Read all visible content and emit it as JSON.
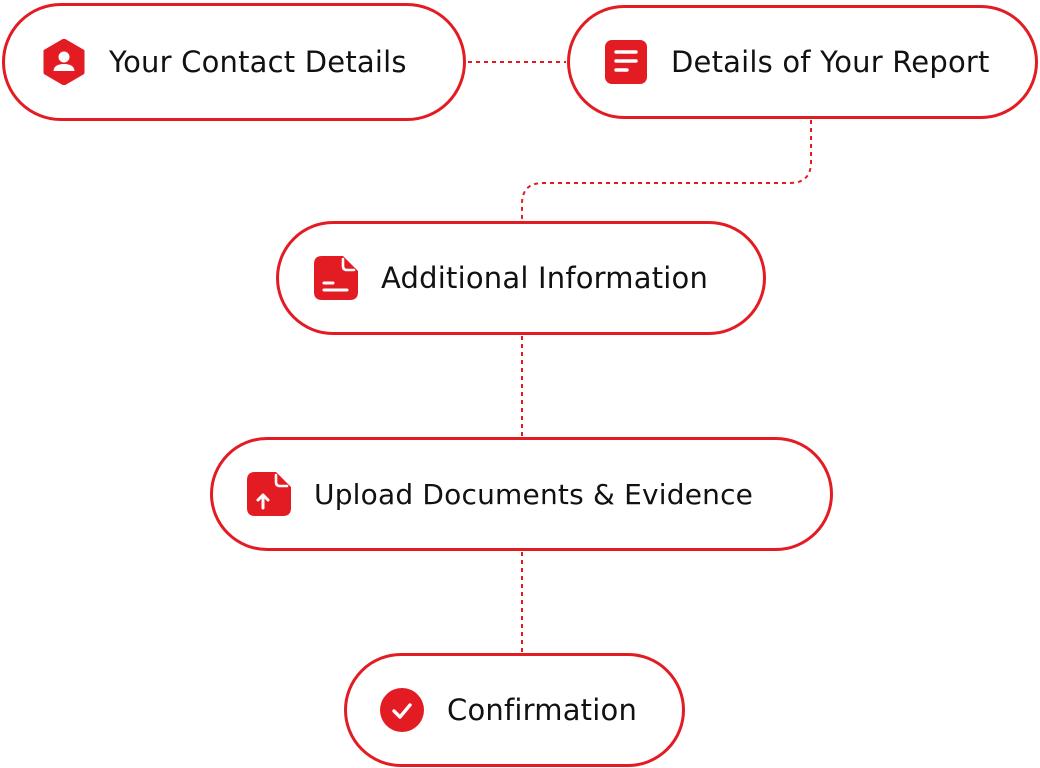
{
  "colors": {
    "accent": "#e31b23",
    "text": "#111111",
    "background": "#ffffff"
  },
  "steps": [
    {
      "label": "Your Contact Details",
      "icon": "user-hexagon-icon"
    },
    {
      "label": "Details of Your Report",
      "icon": "document-lines-icon"
    },
    {
      "label": "Additional Information",
      "icon": "file-info-icon"
    },
    {
      "label": "Upload Documents & Evidence",
      "icon": "file-upload-icon"
    },
    {
      "label": "Confirmation",
      "icon": "check-circle-icon"
    }
  ]
}
